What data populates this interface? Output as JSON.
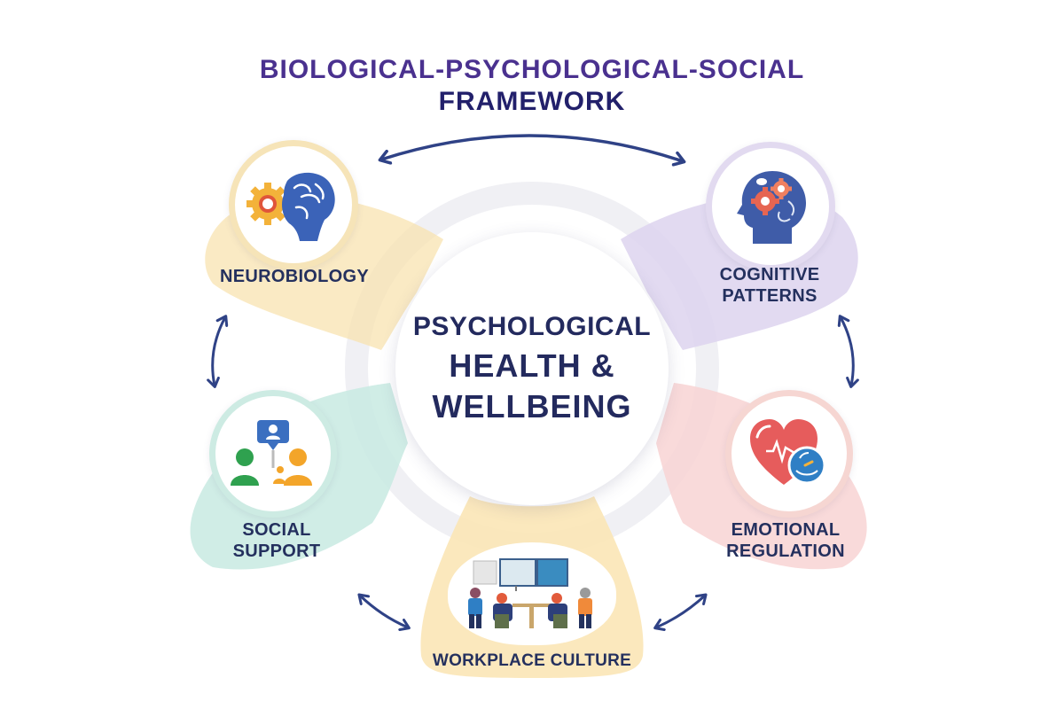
{
  "title": {
    "line1": "BIOLOGICAL-PSYCHOLOGICAL-SOCIAL",
    "line2": "FRAMEWORK"
  },
  "center": {
    "line1": "PSYCHOLOGICAL",
    "line2": "HEALTH &",
    "line3": "WELLBEING"
  },
  "nodes": [
    {
      "id": "neurobiology",
      "label_line1": "NEUROBIOLOGY",
      "label_line2": "",
      "icon": "brain-gear-icon",
      "color": "#f8e3b0"
    },
    {
      "id": "cognitive-patterns",
      "label_line1": "COGNITIVE",
      "label_line2": "PATTERNS",
      "icon": "head-gears-icon",
      "color": "#ddd3ee"
    },
    {
      "id": "emotional-regulation",
      "label_line1": "EMOTIONAL",
      "label_line2": "REGULATION",
      "icon": "heart-gauge-icon",
      "color": "#f8d3d3"
    },
    {
      "id": "workplace-culture",
      "label_line1": "WORKPLACE CULTURE",
      "label_line2": "",
      "icon": "team-meeting-icon",
      "color": "#fbe6b6"
    },
    {
      "id": "social-support",
      "label_line1": "SOCIAL",
      "label_line2": "SUPPORT",
      "icon": "people-chat-icon",
      "color": "#c8eae2"
    }
  ],
  "connections": [
    {
      "from": "neurobiology",
      "to": "cognitive-patterns",
      "type": "bidirectional"
    },
    {
      "from": "cognitive-patterns",
      "to": "emotional-regulation",
      "type": "bidirectional"
    },
    {
      "from": "emotional-regulation",
      "to": "workplace-culture",
      "type": "bidirectional"
    },
    {
      "from": "workplace-culture",
      "to": "social-support",
      "type": "bidirectional"
    },
    {
      "from": "social-support",
      "to": "neurobiology",
      "type": "bidirectional"
    }
  ],
  "colors": {
    "title_purple": "#4a318f",
    "title_navy": "#22206b",
    "text_navy": "#24305e",
    "arrow": "#2f4286"
  }
}
